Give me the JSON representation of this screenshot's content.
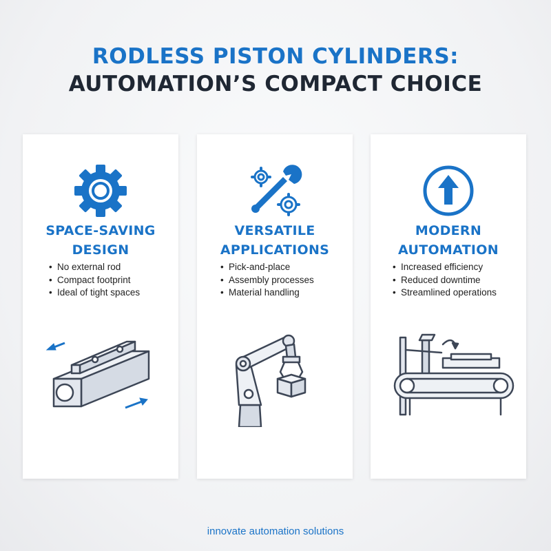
{
  "title": {
    "line1": "RODLESS PISTON CYLINDERS:",
    "line2": "AUTOMATION’S COMPACT CHOICE"
  },
  "cards": [
    {
      "icon": "gear-icon",
      "heading_line1": "SPACE-SAVING",
      "heading_line2": "DESIGN",
      "bullets": [
        "No external rod",
        "Compact footprint",
        "Ideal of tight spaces"
      ],
      "illustration": "rodless-cylinder-illustration"
    },
    {
      "icon": "wrench-gears-icon",
      "heading_line1": "VERSATILE",
      "heading_line2": "APPLICATIONS",
      "bullets": [
        "Pick-and-place",
        "Assembly processes",
        "Material handling"
      ],
      "illustration": "robotic-arm-illustration"
    },
    {
      "icon": "arrow-up-circle-icon",
      "heading_line1": "MODERN",
      "heading_line2": "AUTOMATION",
      "bullets": [
        "Increased efficiency",
        "Reduced downtime",
        "Streamlined operations"
      ],
      "illustration": "conveyor-illustration"
    }
  ],
  "footer": "innovate automation solutions",
  "colors": {
    "accent": "#1a73c7",
    "dark": "#1f2733",
    "line": "#3d4656",
    "fill": "#e3e7ee"
  }
}
